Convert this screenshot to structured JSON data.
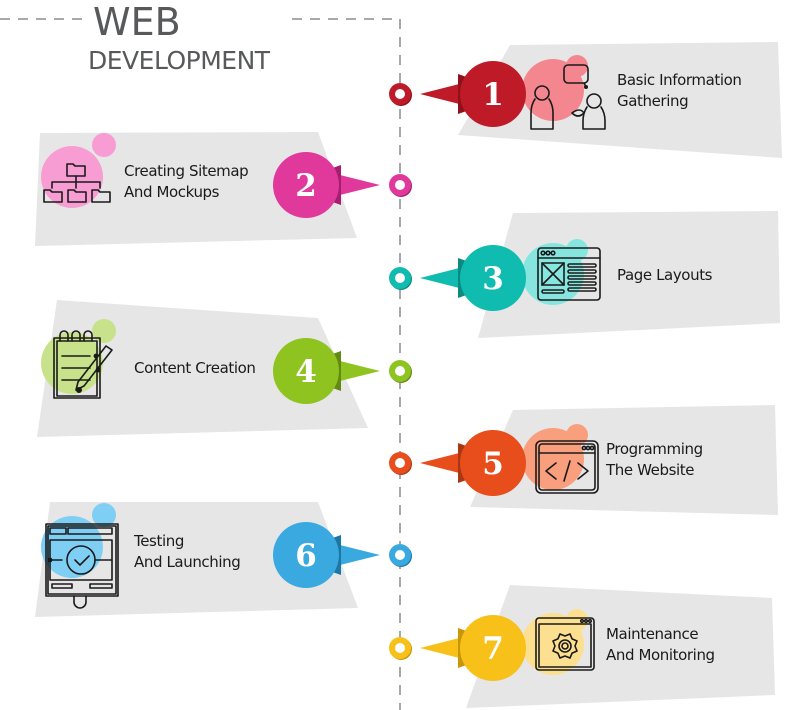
{
  "title": {
    "line1": "WEB",
    "line2": "DEVELOPMENT"
  },
  "steps": [
    {
      "number": "1",
      "label_line1": "Basic Information",
      "label_line2": "Gathering",
      "side": "right",
      "color": "#be1a27",
      "dark": "#8e111b",
      "light": "#f4868f",
      "icon": "people-conversation-icon"
    },
    {
      "number": "2",
      "label_line1": "Creating Sitemap",
      "label_line2": "And Mockups",
      "side": "left",
      "color": "#e0399b",
      "dark": "#a51f70",
      "light": "#f79dd3",
      "icon": "sitemap-icon"
    },
    {
      "number": "3",
      "label_line1": "Page Layouts",
      "label_line2": "",
      "side": "right",
      "color": "#0fbcaf",
      "dark": "#0b8a80",
      "light": "#86e6df",
      "icon": "page-layout-icon"
    },
    {
      "number": "4",
      "label_line1": "Content Creation",
      "label_line2": "",
      "side": "left",
      "color": "#8fc31f",
      "dark": "#628a12",
      "light": "#c8e28c",
      "icon": "notepad-pencil-icon"
    },
    {
      "number": "5",
      "label_line1": "Programming",
      "label_line2": "The Website",
      "side": "right",
      "color": "#e84d1c",
      "dark": "#a93812",
      "light": "#f99f7e",
      "icon": "code-window-icon"
    },
    {
      "number": "6",
      "label_line1": "Testing",
      "label_line2": "And Launching",
      "side": "left",
      "color": "#39a9e0",
      "dark": "#1c77a5",
      "light": "#7fcff5",
      "icon": "testing-check-icon"
    },
    {
      "number": "7",
      "label_line1": "Maintenance",
      "label_line2": "And Monitoring",
      "side": "right",
      "color": "#f8c11a",
      "dark": "#c79709",
      "light": "#fde08f",
      "icon": "settings-window-icon"
    }
  ]
}
